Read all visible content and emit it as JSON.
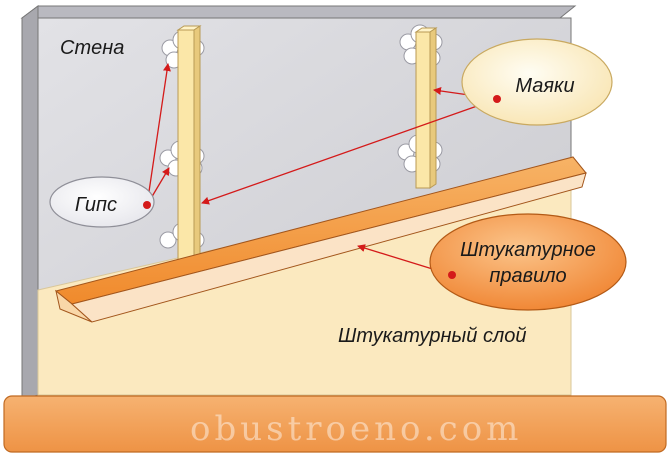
{
  "labels": {
    "wall": "Стена",
    "beacons": "Маяки",
    "gypsum": "Гипс",
    "rule_line1": "Штукатурное",
    "rule_line2": "правило",
    "plaster_layer": "Штукатурный слой"
  },
  "watermark": "obustroeno.com",
  "colors": {
    "wall": "#d3d3d8",
    "plaster": "#fbe9bf",
    "rule": "#f5a04a",
    "beacon": "#fbe7a8",
    "pointer": "#d41a1a",
    "floor": "#f3a55f"
  }
}
